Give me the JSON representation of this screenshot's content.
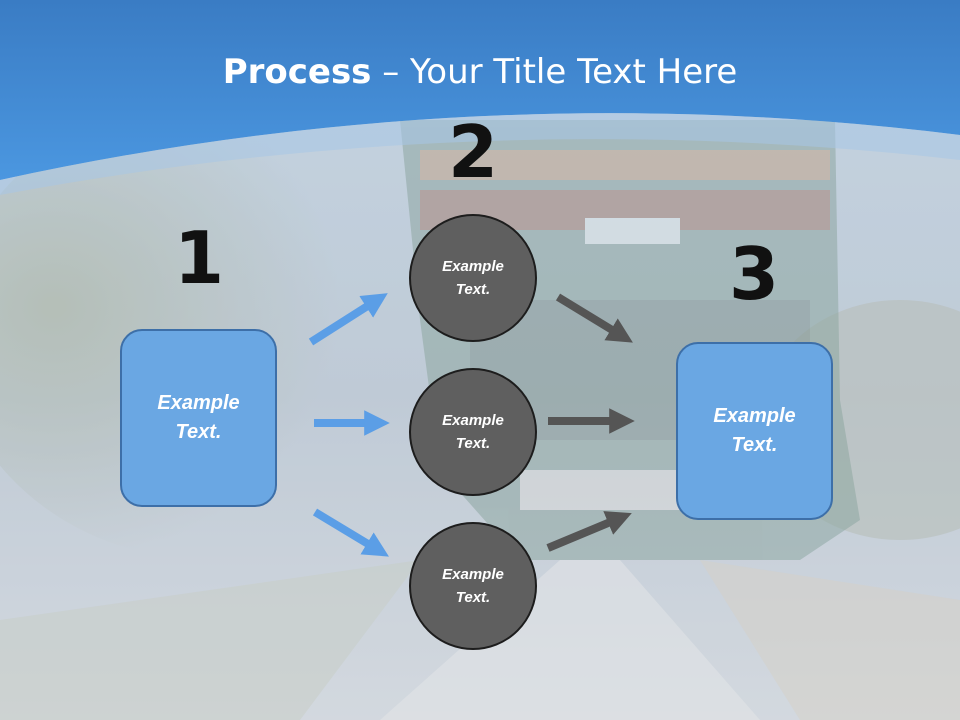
{
  "title": {
    "bold": "Process",
    "rest": " – Your Title Text Here"
  },
  "steps": {
    "one": "1",
    "two": "2",
    "three": "3"
  },
  "boxes": {
    "left": "Example Text.",
    "right": "Example Text."
  },
  "circles": [
    "Example Text.",
    "Example Text.",
    "Example Text."
  ],
  "colors": {
    "box_fill": "#6aa7e3",
    "box_border": "#3d6fa8",
    "circle_fill": "#5f5f5f",
    "blue_arrow": "#5b9ee6",
    "grey_arrow": "#555555",
    "header": "#4a8fd6"
  }
}
